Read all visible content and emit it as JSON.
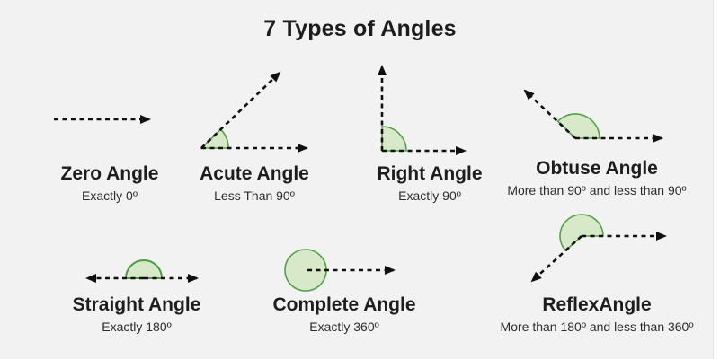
{
  "title": "7 Types of Angles",
  "colors": {
    "background": "#f2f2f3",
    "angle_fill": "#d7e9c9",
    "angle_stroke": "#54a14a",
    "line": "#101010",
    "text": "#1d1d1d"
  },
  "angles": [
    {
      "name": "zero-angle",
      "label": "Zero Angle",
      "description": "Exactly 0º"
    },
    {
      "name": "acute-angle",
      "label": "Acute Angle",
      "description": "Less Than 90º"
    },
    {
      "name": "right-angle",
      "label": "Right Angle",
      "description": "Exactly 90º"
    },
    {
      "name": "obtuse-angle",
      "label": "Obtuse Angle",
      "description": "More than 90º and less than 90º"
    },
    {
      "name": "straight-angle",
      "label": "Straight Angle",
      "description": "Exactly 180º"
    },
    {
      "name": "complete-angle",
      "label": "Complete Angle",
      "description": "Exactly 360º"
    },
    {
      "name": "reflex-angle",
      "label": "ReflexAngle",
      "description": "More than 180º and less than 360º"
    }
  ]
}
